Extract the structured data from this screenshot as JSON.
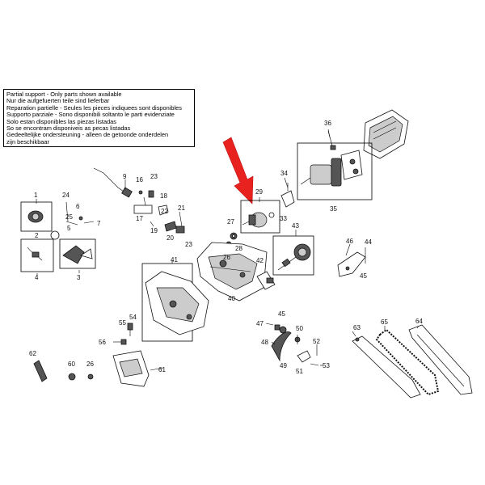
{
  "notice": {
    "lines": [
      "Partial support - Only parts shown available",
      "Nur die aufgefuerten teile sind lieferbar",
      "Reparation partielle - Seules les pieces indiquees sont disponibles",
      "Supporto parziale - Sono disponibili soltanto le parti evidenziate",
      "Solo estan disponibles las piezas listadas",
      "So se encontram disponiveis as pecas listadas",
      "Gedeeltelijke ondersteuning - alleen de getoonde onderdelen",
      "zijn beschikbaar"
    ]
  },
  "labels": {
    "p1": "1",
    "p2": "2",
    "p3": "3",
    "p4": "4",
    "p5": "5",
    "p6": "6",
    "p7": "7",
    "p9": "9",
    "p16": "16",
    "p17": "17",
    "p18": "18",
    "p19": "19",
    "p20": "20",
    "p21": "21",
    "p22": "22",
    "p23a": "23",
    "p23b": "23",
    "p24": "24",
    "p25": "25",
    "p26a": "26",
    "p26b": "26",
    "p27": "27",
    "p28": "28",
    "p29": "29",
    "p33": "33",
    "p34": "34",
    "p35": "35",
    "p36": "36",
    "p40": "40",
    "p41": "41",
    "p42": "42",
    "p43": "43",
    "p44": "44",
    "p45a": "45",
    "p45b": "45",
    "p46": "46",
    "p47": "47",
    "p48": "48",
    "p49": "49",
    "p50": "50",
    "p51": "51",
    "p52": "52",
    "p53": "53",
    "p54": "54",
    "p55": "55",
    "p56": "56",
    "p60": "60",
    "p61": "61",
    "p62": "62",
    "p63": "63",
    "p64": "64",
    "p65": "65"
  },
  "colors": {
    "arrow": "#e8231f",
    "line": "#000000"
  }
}
